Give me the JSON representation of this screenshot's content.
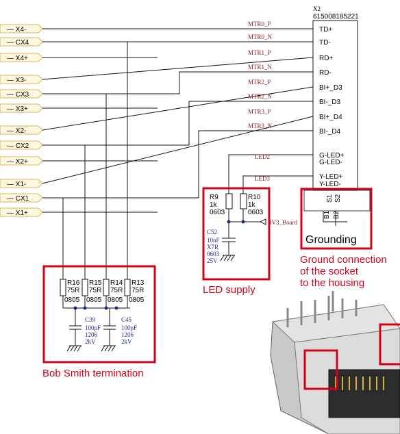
{
  "connector": {
    "ref": "X2",
    "part": "615008185221",
    "pins": [
      "TD+",
      "TD-",
      "RD+",
      "RD-",
      "BI+_D3",
      "BI-_D3",
      "BI+_D4",
      "BI-_D4",
      "G-LED+",
      "G-LED-",
      "Y-LED+",
      "Y-LED-"
    ],
    "shield_pins": [
      "S1",
      "S2"
    ],
    "bottom_pins": [
      "B1",
      "B2"
    ]
  },
  "left_ports": [
    "X4-",
    "CX4",
    "X4+",
    "X3-",
    "CX3",
    "X3+",
    "X2-",
    "CX2",
    "X2+",
    "X1-",
    "CX1",
    "X1+"
  ],
  "nets": [
    "MTR0_P",
    "MTR0_N",
    "MTR1_P",
    "MTR1_N",
    "MTR2_P",
    "MTR2_N",
    "MTR3_P",
    "MTR3_N"
  ],
  "led_nets": [
    "LED2",
    "LED3"
  ],
  "bob_smith": {
    "resistors": [
      {
        "ref": "R16",
        "value": "75R",
        "pkg": "0805"
      },
      {
        "ref": "R15",
        "value": "75R",
        "pkg": "0805"
      },
      {
        "ref": "R14",
        "value": "75R",
        "pkg": "0805"
      },
      {
        "ref": "R13",
        "value": "75R",
        "pkg": "0805"
      }
    ],
    "capacitors": [
      {
        "ref": "C39",
        "value": "100pF",
        "pkg": "1206",
        "rating": "2kV"
      },
      {
        "ref": "C45",
        "value": "100pF",
        "pkg": "1206",
        "rating": "2kV"
      }
    ],
    "label": "Bob Smith termination"
  },
  "led_supply": {
    "resistors": [
      {
        "ref": "R9",
        "value": "1k",
        "pkg": "0603"
      },
      {
        "ref": "R10",
        "value": "1k",
        "pkg": "0603"
      }
    ],
    "capacitor": {
      "ref": "C52",
      "value": "10nF",
      "dielectric": "X7R",
      "pkg": "0603",
      "rating": "25V"
    },
    "power_net": "3V3_Board",
    "label": "LED supply"
  },
  "grounding_label": "Grounding",
  "ground_note": [
    "Ground connection",
    "of the socket",
    "to the housing"
  ],
  "colors": {
    "highlight": "#d0021b",
    "net_label": "#8b1a1a",
    "value_text": "#1a2a8b"
  }
}
